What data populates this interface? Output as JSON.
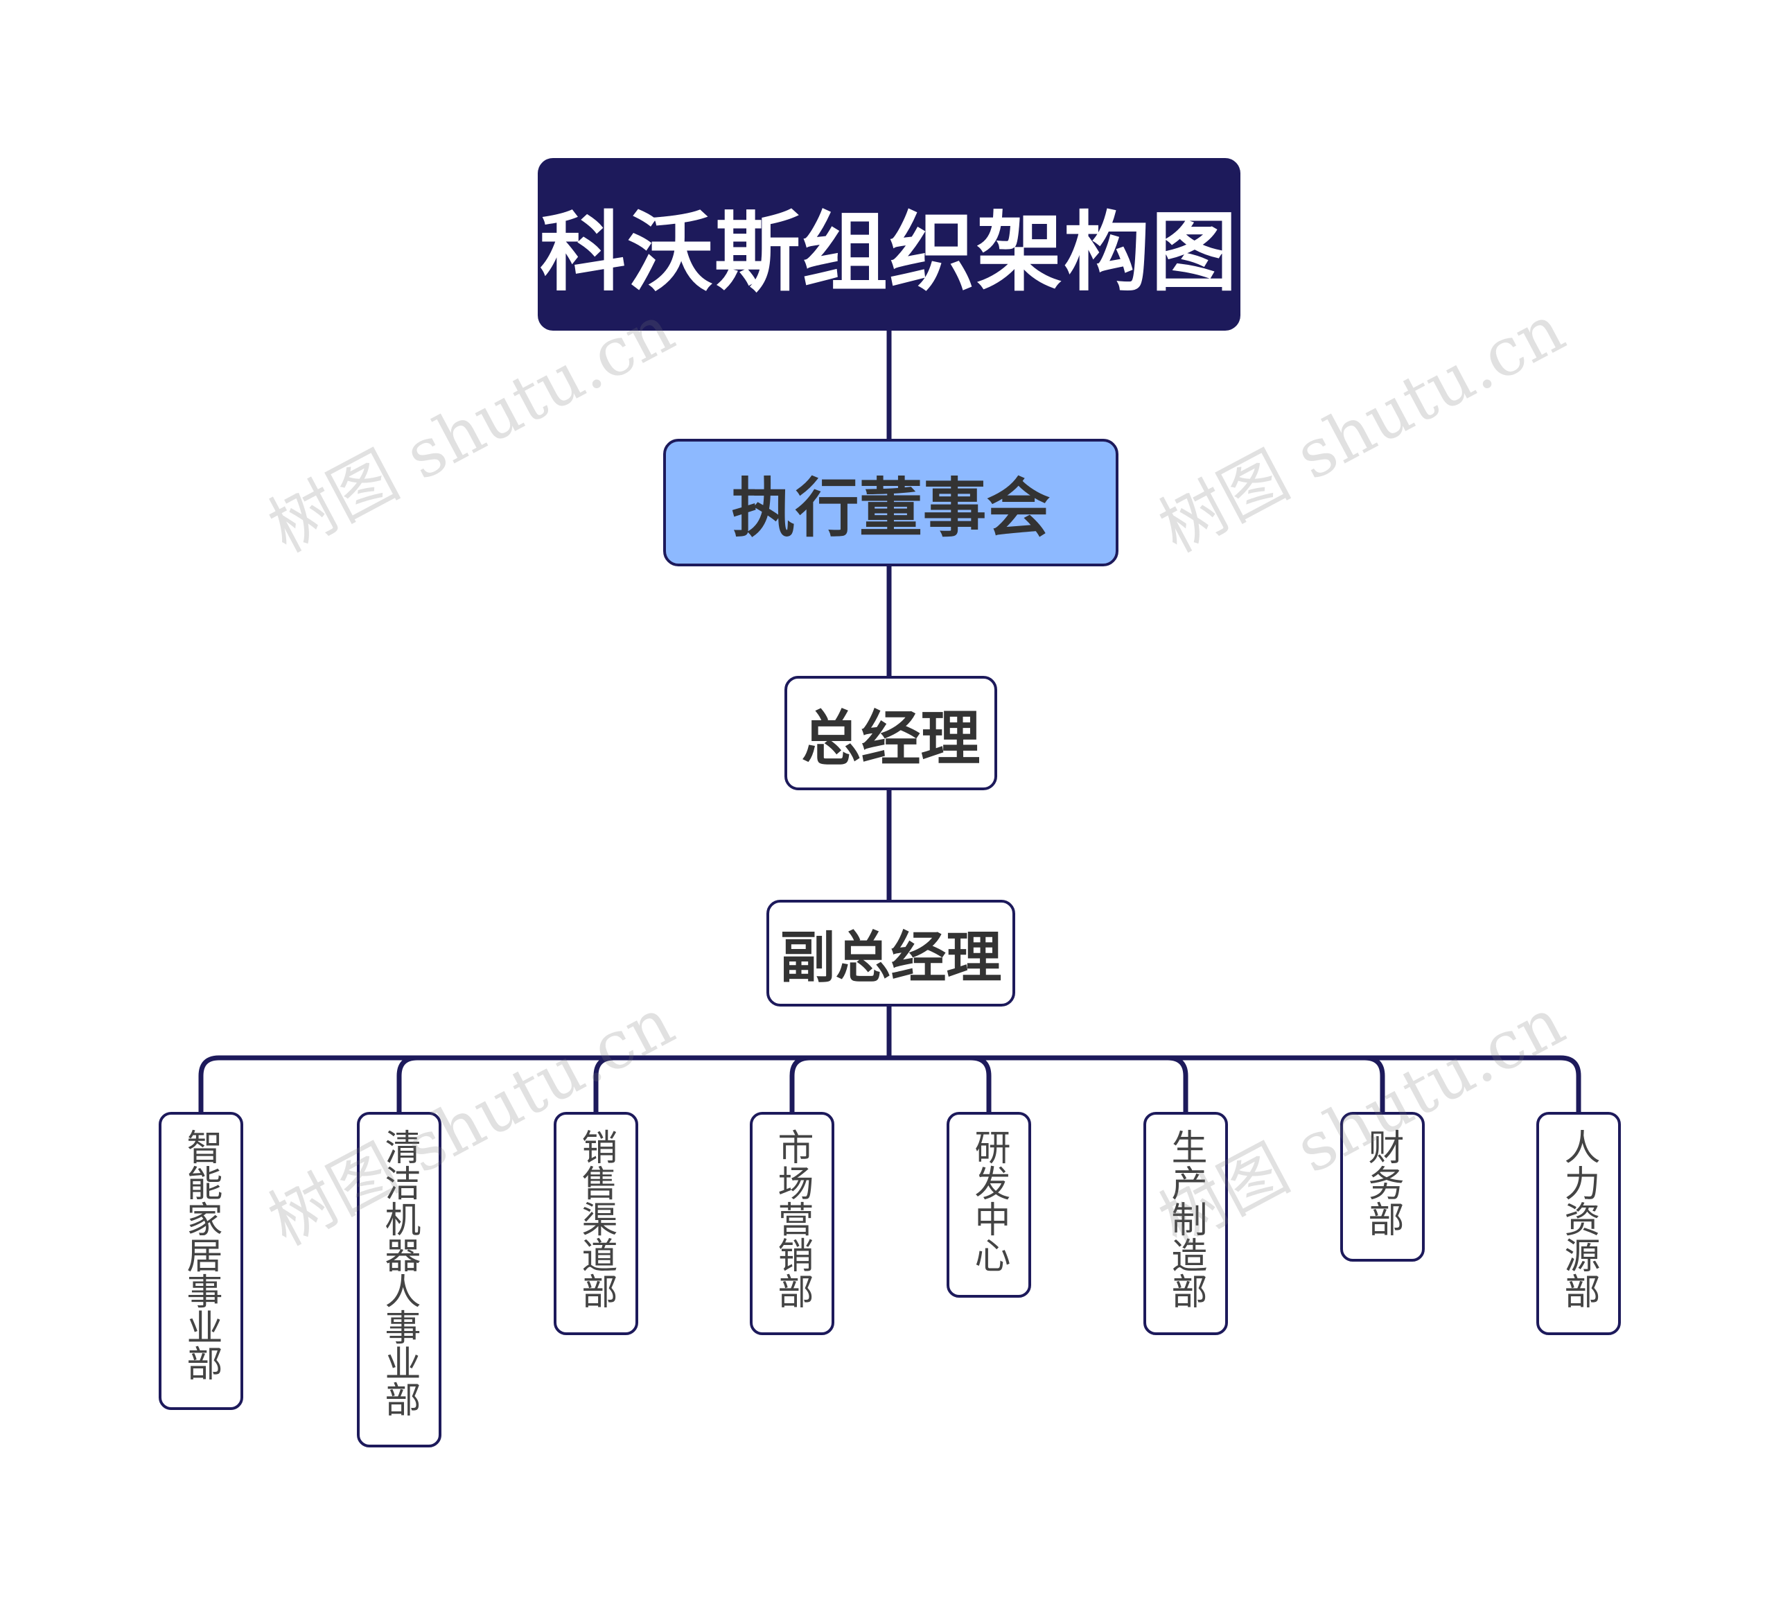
{
  "root": {
    "label": "科沃斯组织架构图"
  },
  "board": {
    "label": "执行董事会"
  },
  "general_manager": {
    "label": "总经理"
  },
  "vice_general_manager": {
    "label": "副总经理"
  },
  "departments": [
    {
      "label": "智能家居事业部"
    },
    {
      "label": "清洁机器人事业部"
    },
    {
      "label": "销售渠道部"
    },
    {
      "label": "市场营销部"
    },
    {
      "label": "研发中心"
    },
    {
      "label": "生产制造部"
    },
    {
      "label": "财务部"
    },
    {
      "label": "人力资源部"
    }
  ],
  "watermark": "树图 shutu.cn",
  "colors": {
    "root_fill": "#1d1a5b",
    "board_fill": "#8db9ff",
    "line": "#1d1a5b",
    "node_border": "#1d1a5b"
  }
}
